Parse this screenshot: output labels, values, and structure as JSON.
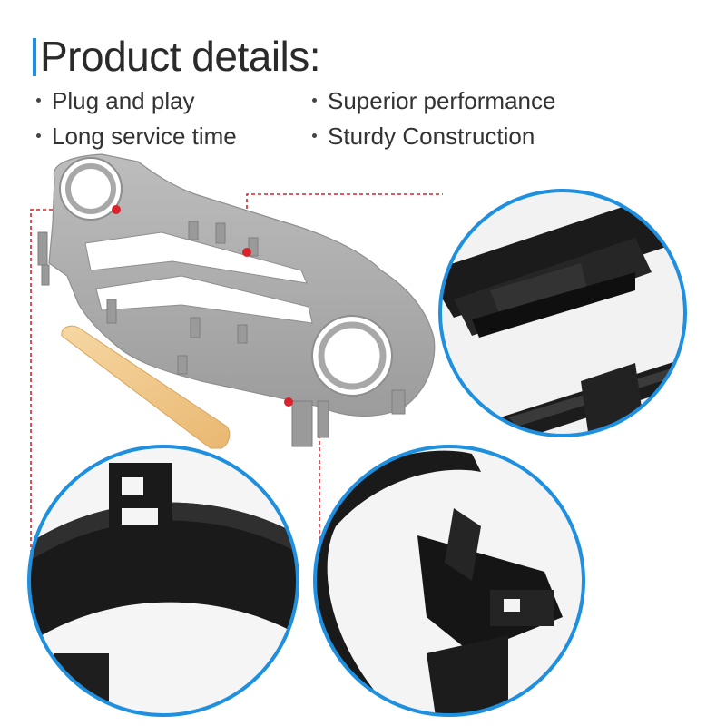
{
  "header": {
    "title": "Product details:"
  },
  "features": [
    "Plug and play",
    "Long service time",
    "Superior performance",
    "Sturdy Construction"
  ],
  "colors": {
    "accent_blue": "#1f8fe0",
    "callout_red": "#d9232d",
    "panel_gray": "#a3a3a3",
    "part_black": "#161616",
    "pry_tool": "#f2c98a"
  },
  "icons": {
    "bullet": "small-dot-bullet",
    "marker": "red-dot-marker"
  }
}
